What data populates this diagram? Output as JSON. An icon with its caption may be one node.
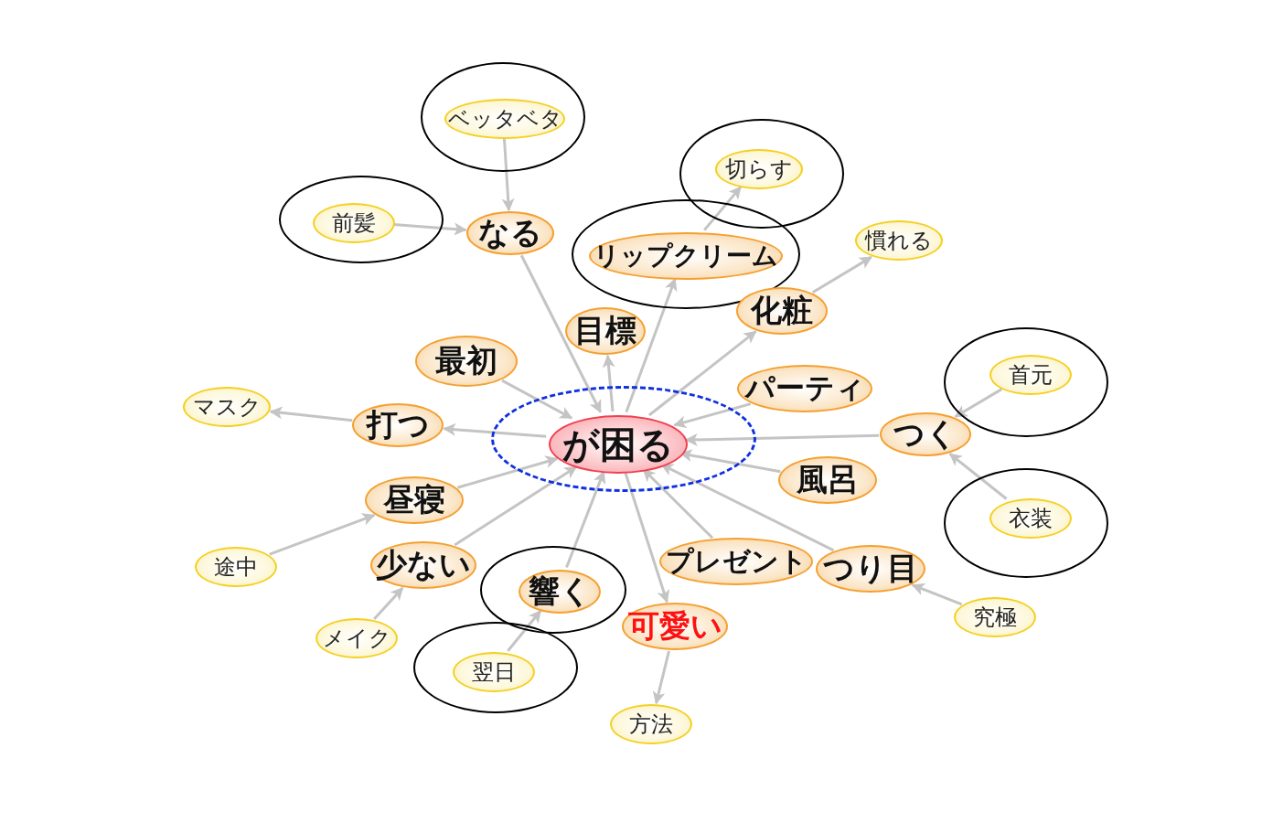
{
  "diagram": {
    "nodes": [
      {
        "text": [],
        "shape": "ellipse"
      },
      {
        "text": [
          "ベッタベタ"
        ],
        "in": 0
      },
      {
        "text": [],
        "shape": "ellipse"
      },
      {
        "text": [
          "前髪"
        ],
        "in": 2
      },
      {
        "text": [
          "なる"
        ]
      },
      {
        "text": [],
        "shape": "ellipse"
      },
      {
        "text": [
          "切らす"
        ],
        "in": 5
      },
      {
        "text": [],
        "shape": "ellipse"
      },
      {
        "text": [
          "リップクリーム"
        ],
        "in": 7
      },
      {
        "text": [
          "慣れる"
        ]
      },
      {
        "text": [
          "化粧"
        ]
      },
      {
        "text": [
          "目標"
        ]
      },
      {
        "text": [
          "最初"
        ]
      },
      {
        "text": [
          "マスク"
        ]
      },
      {
        "text": [
          "打つ"
        ]
      },
      {
        "text": [],
        "shape": "ellipse"
      },
      {
        "text": [
          "が困る"
        ],
        "in": 15
      },
      {
        "text": [
          "パーティ"
        ]
      },
      {
        "text": [],
        "shape": "ellipse"
      },
      {
        "text": [
          "首元"
        ],
        "in": 18
      },
      {
        "text": [
          "つく"
        ]
      },
      {
        "text": [
          "風呂"
        ]
      },
      {
        "text": [],
        "shape": "ellipse"
      },
      {
        "text": [
          "衣装"
        ],
        "in": 22
      },
      {
        "text": [
          "昼寝"
        ]
      },
      {
        "text": [
          "途中"
        ]
      },
      {
        "text": [
          "少ない"
        ]
      },
      {
        "text": [
          "プレゼント"
        ]
      },
      {
        "text": [
          "つり目"
        ]
      },
      {
        "text": [],
        "shape": "ellipse"
      },
      {
        "text": [
          "響く"
        ],
        "in": 29
      },
      {
        "text": [
          "究極"
        ]
      },
      {
        "text": [
          "メイク"
        ]
      },
      {
        "text": [
          "可愛い"
        ]
      },
      {
        "text": [],
        "shape": "ellipse"
      },
      {
        "text": [
          "翌日"
        ],
        "in": 34
      },
      {
        "text": [
          "方法"
        ]
      }
    ],
    "edges": [
      {
        "from": 1,
        "to": 4,
        "arrow": "to"
      },
      {
        "from": 3,
        "to": 4,
        "arrow": "to"
      },
      {
        "from": 4,
        "to": 16,
        "arrow": "to"
      },
      {
        "from": 16,
        "to": 11,
        "arrow": "to"
      },
      {
        "from": 16,
        "to": 8,
        "arrow": "to"
      },
      {
        "from": 8,
        "to": 6,
        "arrow": "to"
      },
      {
        "from": 16,
        "to": 10,
        "arrow": "to"
      },
      {
        "from": 10,
        "to": 9,
        "arrow": "to"
      },
      {
        "from": 12,
        "to": 16,
        "arrow": "to"
      },
      {
        "from": 16,
        "to": 14,
        "arrow": "to"
      },
      {
        "from": 14,
        "to": 13,
        "arrow": "to"
      },
      {
        "from": 17,
        "to": 16,
        "arrow": "to"
      },
      {
        "from": 20,
        "to": 16,
        "arrow": "to"
      },
      {
        "from": 19,
        "to": 20,
        "arrow": "to"
      },
      {
        "from": 23,
        "to": 20,
        "arrow": "to"
      },
      {
        "from": 21,
        "to": 16,
        "arrow": "to"
      },
      {
        "from": 24,
        "to": 16,
        "arrow": "to"
      },
      {
        "from": 25,
        "to": 24,
        "arrow": "to"
      },
      {
        "from": 26,
        "to": 16,
        "arrow": "to"
      },
      {
        "from": 32,
        "to": 26,
        "arrow": "to"
      },
      {
        "from": 30,
        "to": 16,
        "arrow": "to"
      },
      {
        "from": 35,
        "to": 30,
        "arrow": "to"
      },
      {
        "from": 27,
        "to": 16,
        "arrow": "to"
      },
      {
        "from": 28,
        "to": 16,
        "arrow": "to"
      },
      {
        "from": 31,
        "to": 28,
        "arrow": "to"
      },
      {
        "from": 16,
        "to": 33,
        "arrow": "to"
      },
      {
        "from": 33,
        "to": 36,
        "arrow": "to"
      }
    ]
  }
}
